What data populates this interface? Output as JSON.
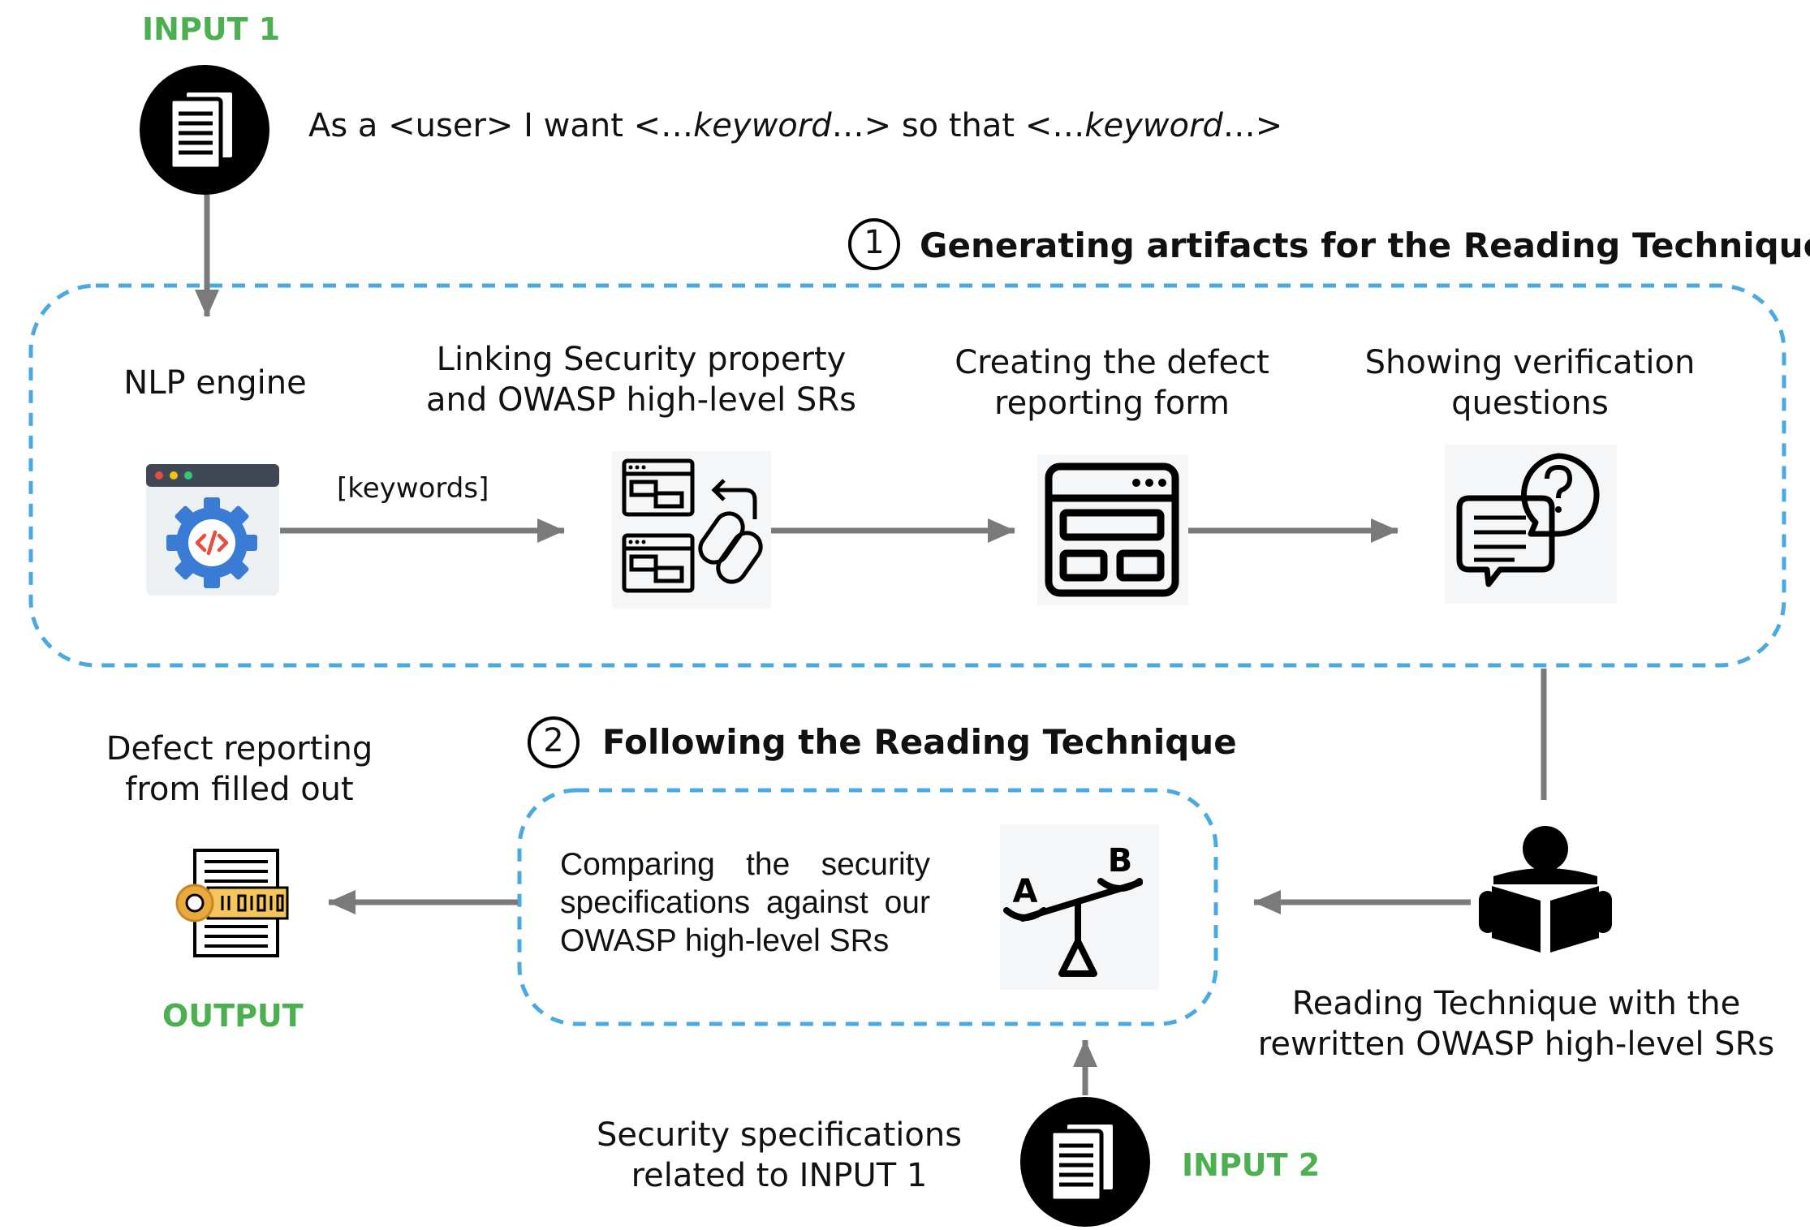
{
  "input1": {
    "label": "INPUT 1"
  },
  "statement": {
    "part1": "As a <user> I want <…",
    "kw1": "keyword",
    "part2": "…> so that <…",
    "kw2": "keyword",
    "part3": "…>"
  },
  "step1": {
    "number": "1",
    "title": "Generating artifacts for the Reading Technique"
  },
  "nlp": {
    "label": "NLP engine"
  },
  "edge_keywords": {
    "label": "[keywords]"
  },
  "linking": {
    "line1": "Linking Security property",
    "line2": "and OWASP high-level SRs"
  },
  "form": {
    "line1": "Creating the defect",
    "line2": "reporting form"
  },
  "questions": {
    "line1": "Showing verification",
    "line2": "questions"
  },
  "step2": {
    "number": "2",
    "title": "Following the Reading Technique"
  },
  "output": {
    "line1": "Defect reporting",
    "line2": "from filled out",
    "label": "OUTPUT"
  },
  "comparing": {
    "line1_words": [
      "Comparing",
      "the",
      "security"
    ],
    "line2_words": [
      "specifications",
      "against",
      "our"
    ],
    "line3": "OWASP high-level SRs"
  },
  "scale": {
    "letter_a": "A",
    "letter_b": "B"
  },
  "reading": {
    "line1": "Reading Technique with the",
    "line2": "rewritten OWASP high-level SRs"
  },
  "input2": {
    "line1": "Security specifications",
    "line2": "related to INPUT 1",
    "label": "INPUT 2"
  },
  "colors": {
    "accent_green": "#4caf50",
    "dashed_blue": "#4aa9e0",
    "arrow_gray": "#7a7a7a"
  }
}
